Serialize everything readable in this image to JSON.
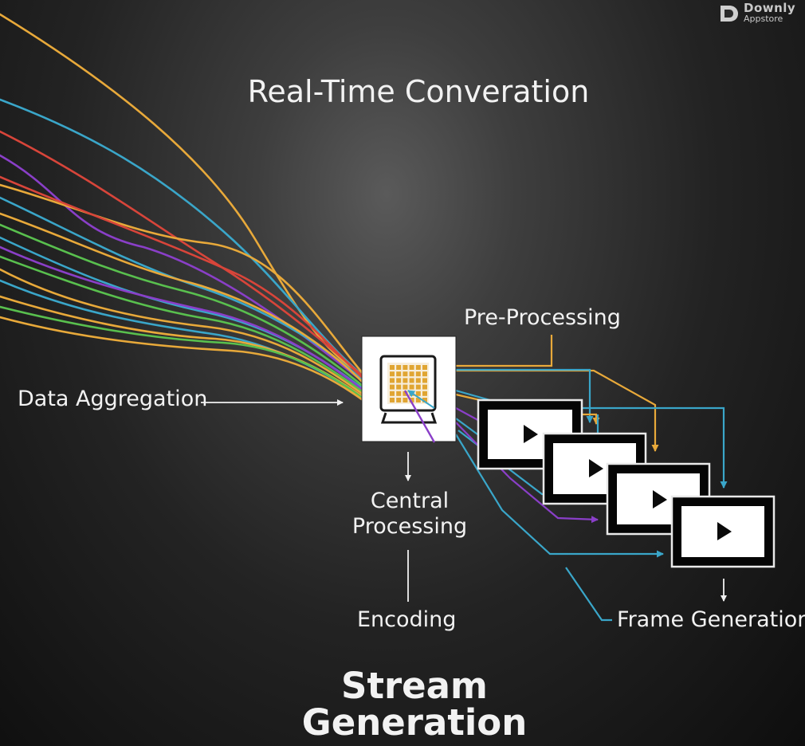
{
  "title": "Real-Time Converation",
  "labels": {
    "data_aggregation": "Data Aggregation",
    "pre_processing": "Pre-Processing",
    "central_processing_line1": "Central",
    "central_processing_line2": "Processing",
    "encoding": "Encoding",
    "frame_generation": "Frame Generation"
  },
  "footer_title_line1": "Stream",
  "footer_title_line2": "Generation",
  "watermark": {
    "name": "Downly",
    "sub": "Appstore",
    "icon": "downly-logo-icon"
  },
  "colors": {
    "background": "#1c1c1c",
    "orange": "#e8a93a",
    "blue": "#3aa6c9",
    "red": "#d8453a",
    "purple": "#8a3fc8",
    "green": "#59c04e",
    "frame_border": "#e9e9e9"
  },
  "icons": [
    "processor-chip-icon",
    "play-icon",
    "arrow-right-icon",
    "arrow-down-icon"
  ]
}
